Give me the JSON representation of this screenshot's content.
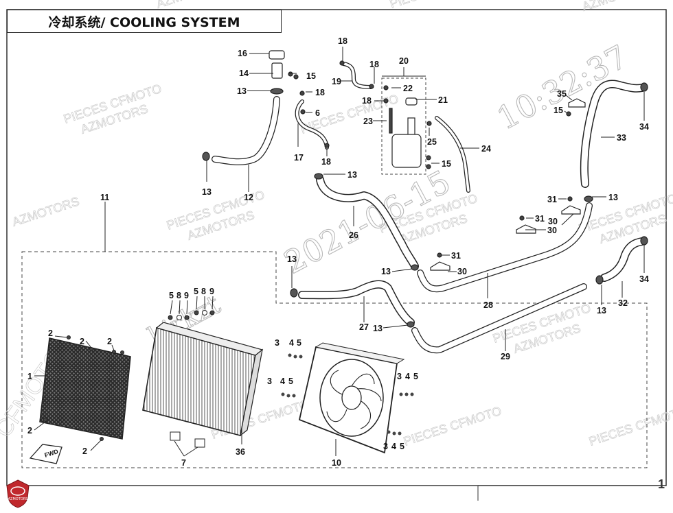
{
  "title": "冷却系统/ COOLING SYSTEM",
  "logo_text": "AZMOTORS",
  "watermarks": {
    "brand_line1": "PIECES CFMOTO",
    "brand_line2": "AZMOTORS",
    "brand_short": "CFMOTO",
    "date": "2021-06-15",
    "time": "10:32:37",
    "user": "kirkzt"
  },
  "page_number": "1",
  "fwd_label": "FWD",
  "callouts": {
    "c1": "1",
    "c2": "2",
    "c3": "3",
    "c4": "4",
    "c5": "5",
    "c6": "6",
    "c7": "7",
    "c8": "8",
    "c9": "9",
    "c10": "10",
    "c11": "11",
    "c12": "12",
    "c13": "13",
    "c14": "14",
    "c15": "15",
    "c16": "16",
    "c17": "17",
    "c18": "18",
    "c19": "19",
    "c20": "20",
    "c21": "21",
    "c22": "22",
    "c23": "23",
    "c24": "24",
    "c25": "25",
    "c26": "26",
    "c27": "27",
    "c28": "28",
    "c29": "29",
    "c30": "30",
    "c31": "31",
    "c32": "32",
    "c33": "33",
    "c34": "34",
    "c35": "35",
    "c36": "36"
  }
}
